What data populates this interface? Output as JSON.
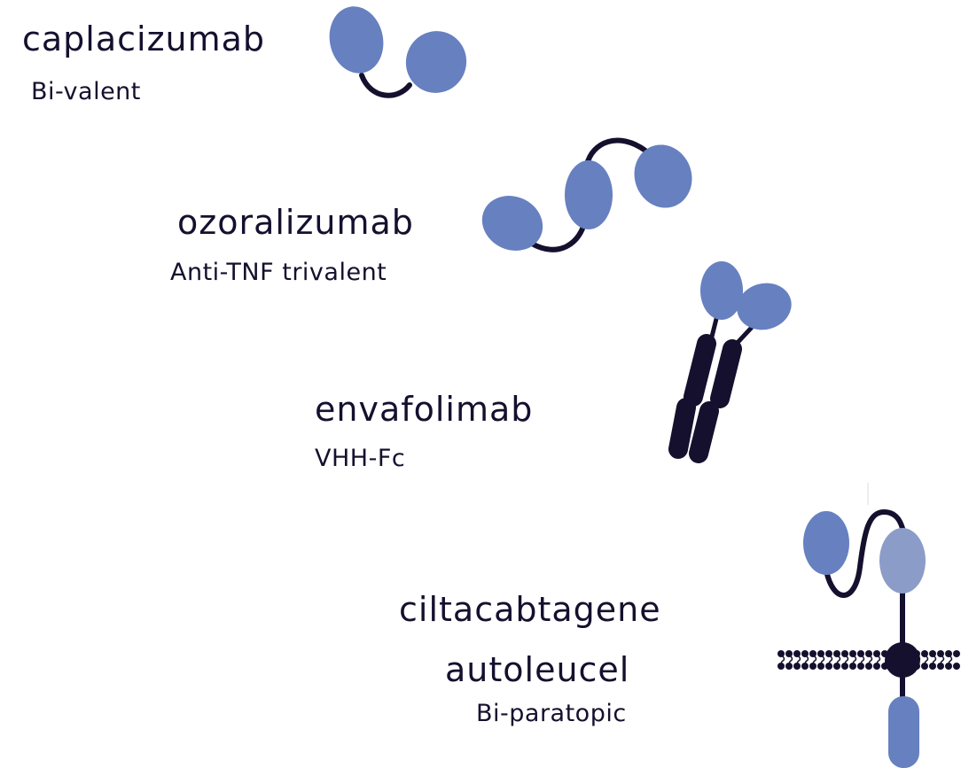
{
  "colors": {
    "domain": "#6780c0",
    "domain_light": "#8c9cc8",
    "linker": "#14102e",
    "text": "#14102e"
  },
  "entries": [
    {
      "name": "caplacizumab",
      "subtitle": "Bi-valent",
      "icon": "bivalent-nanobody-icon"
    },
    {
      "name": "ozoralizumab",
      "subtitle": "Anti-TNF trivalent",
      "icon": "trivalent-nanobody-icon"
    },
    {
      "name": "envafolimab",
      "subtitle": "VHH-Fc",
      "icon": "vhh-fc-icon"
    },
    {
      "name_line1": "ciltacabtagene",
      "name_line2": "autoleucel",
      "subtitle": "Bi-paratopic",
      "icon": "car-t-receptor-icon"
    }
  ]
}
